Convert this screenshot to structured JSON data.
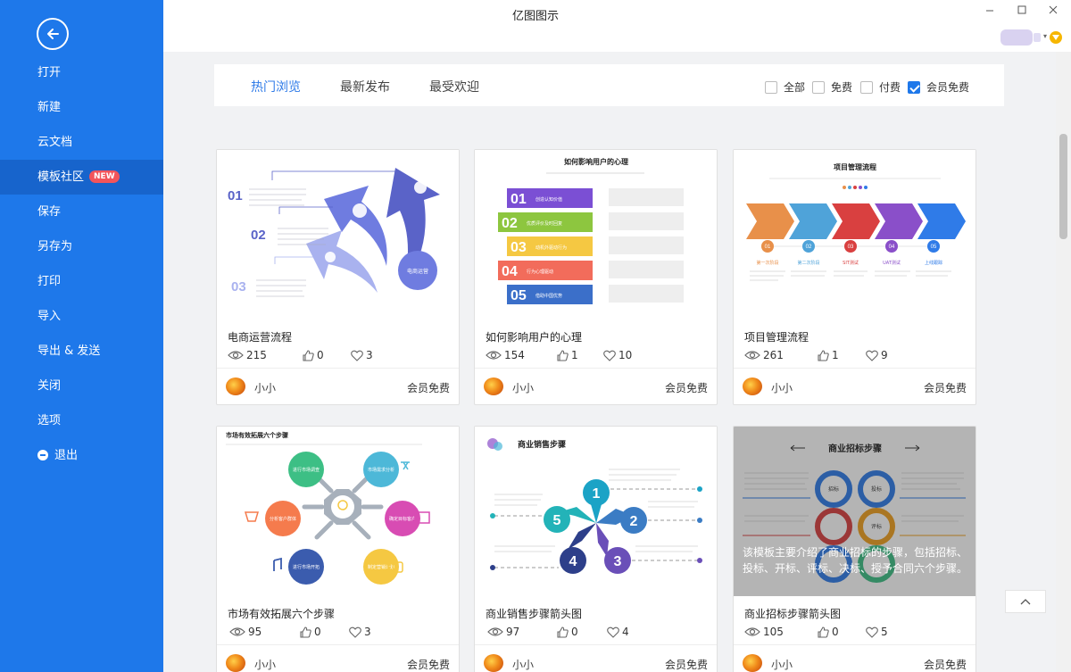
{
  "app": {
    "title": "亿图图示"
  },
  "sidebar": {
    "items": [
      {
        "label": "打开"
      },
      {
        "label": "新建"
      },
      {
        "label": "云文档"
      },
      {
        "label": "模板社区",
        "badge": "NEW"
      },
      {
        "label": "保存"
      },
      {
        "label": "另存为"
      },
      {
        "label": "打印"
      },
      {
        "label": "导入"
      },
      {
        "label": "导出 & 发送"
      },
      {
        "label": "关闭"
      },
      {
        "label": "选项"
      },
      {
        "label": "退出"
      }
    ]
  },
  "tabs": [
    {
      "label": "热门浏览"
    },
    {
      "label": "最新发布"
    },
    {
      "label": "最受欢迎"
    }
  ],
  "filters": [
    {
      "label": "全部",
      "checked": false
    },
    {
      "label": "免费",
      "checked": false
    },
    {
      "label": "付费",
      "checked": false
    },
    {
      "label": "会员免费",
      "checked": true
    }
  ],
  "cards": [
    {
      "title": "电商运营流程",
      "views": "215",
      "likes": "0",
      "favorites": "3",
      "author": "小小",
      "price": "会员免费",
      "thumb": {
        "numbers": [
          "01",
          "02",
          "03"
        ],
        "circle_text": "电商运营"
      }
    },
    {
      "title": "如何影响用户的心理",
      "views": "154",
      "likes": "1",
      "favorites": "10",
      "author": "小小",
      "price": "会员免费",
      "thumb": {
        "heading": "如何影响用户的心理",
        "numbers": [
          "01",
          "02",
          "03",
          "04",
          "05"
        ],
        "labels": [
          "创造认知价值",
          "优质评价及时回复",
          "动机外驱动行为",
          "行为心理驱动",
          "借助中国优势"
        ]
      }
    },
    {
      "title": "项目管理流程",
      "views": "261",
      "likes": "1",
      "favorites": "9",
      "author": "小小",
      "price": "会员免费",
      "thumb": {
        "heading": "项目管理流程",
        "numbers": [
          "01",
          "02",
          "03",
          "04",
          "05"
        ],
        "labels": [
          "第一次阶段",
          "第二次阶段",
          "SIT测试",
          "UAT测试",
          "上线跟踪"
        ]
      }
    },
    {
      "title": "市场有效拓展六个步骤",
      "views": "95",
      "likes": "0",
      "favorites": "3",
      "author": "小小",
      "price": "会员免费",
      "thumb": {
        "heading": "市场有效拓展六个步骤",
        "bubbles": [
          "进行市场调查",
          "市场需求分析",
          "分析客户群体",
          "确定目标客户",
          "进行市场开拓",
          "制定营销计划"
        ]
      }
    },
    {
      "title": "商业销售步骤箭头图",
      "views": "97",
      "likes": "0",
      "favorites": "4",
      "author": "小小",
      "price": "会员免费",
      "thumb": {
        "heading": "商业销售步骤",
        "numbers": [
          "1",
          "2",
          "3",
          "4",
          "5"
        ]
      }
    },
    {
      "title": "商业招标步骤箭头图",
      "views": "105",
      "likes": "0",
      "favorites": "5",
      "author": "小小",
      "price": "会员免费",
      "thumb": {
        "heading": "商业招标步骤",
        "labels": [
          "招标",
          "投标",
          "评标"
        ],
        "overlay": "该模板主要介绍了商业招标的步骤，包括招标、投标、开标、评标、决标、授予合同六个步骤。"
      }
    }
  ],
  "colors": {
    "sidebar": "#1e78ea",
    "sidebar_active": "#1764cc",
    "accent": "#2f7be8",
    "badge": "#f2545b",
    "vip": "#f6b600"
  }
}
